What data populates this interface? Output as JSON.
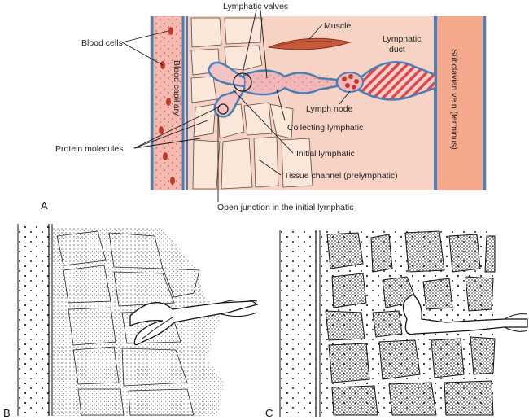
{
  "panel_a": {
    "letter": "A",
    "labels": {
      "lymphatic_valves": "Lymphatic valves",
      "muscle": "Muscle",
      "lymphatic_duct_1": "Lymphatic",
      "lymphatic_duct_2": "duct",
      "blood_cells": "Blood cells",
      "blood_capillary": "Blood capillary",
      "subclavian_vein": "Subclavian vein (terminus)",
      "lymph_node": "Lymph node",
      "collecting_lymphatic": "Collecting lymphatic",
      "protein_molecules": "Protein molecules",
      "initial_lymphatic": "Initial lymphatic",
      "tissue_channel": "Tissue channel (prelymphatic)",
      "open_junction": "Open junction in the initial lymphatic"
    }
  },
  "panel_b": {
    "letter": "B"
  },
  "panel_c": {
    "letter": "C"
  },
  "colors": {
    "tissue_bg": "#f6d3c5",
    "cell_fill": "#fbe6da",
    "vessel_blue": "#4a7fb5",
    "vein_fill": "#f5a88c",
    "blood_red": "#c0392b",
    "capillary_fill": "#f4b9b0",
    "muscle_red": "#c85a3c",
    "lymph_fill": "#f0b8b8"
  }
}
